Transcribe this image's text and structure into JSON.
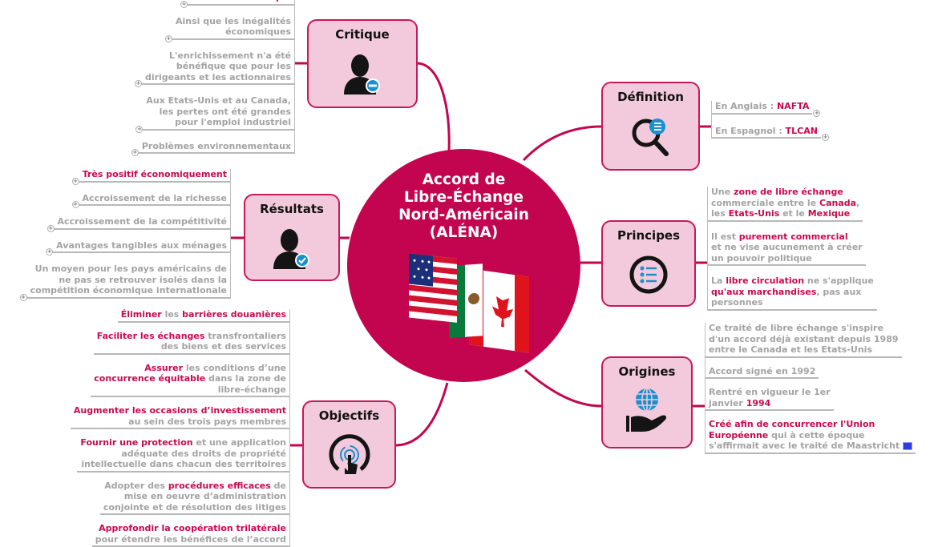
{
  "center": {
    "title_lines": [
      "Accord de",
      "Libre-Échange",
      "Nord-Américain",
      "(ALÉNA)"
    ]
  },
  "colors": {
    "accent": "#c2054e",
    "box_fill": "#f3cadb",
    "box_border": "#c8185a",
    "text_gray": "#a3a3a3",
    "icon_blue": "#1b8fd0"
  },
  "branches": {
    "critique": {
      "title": "Critique",
      "icon": "user-minus-icon",
      "items": [
        {
          "segs": [
            {
              "t": "sociales au Mexique",
              "h": true
            }
          ]
        },
        {
          "segs": [
            {
              "t": "Ainsi que les inégalités\néconomiques"
            }
          ]
        },
        {
          "segs": [
            {
              "t": "L'enrichissement n'a été\nbénéfique que pour les\ndirigeants et les actionnaires"
            }
          ]
        },
        {
          "segs": [
            {
              "t": "Aux Etats-Unis et au Canada,\nles pertes ont été grandes\npour l'emploi industriel"
            }
          ]
        },
        {
          "segs": [
            {
              "t": "Problèmes environnementaux"
            }
          ]
        }
      ]
    },
    "resultats": {
      "title": "Résultats",
      "icon": "user-check-icon",
      "items": [
        {
          "segs": [
            {
              "t": "Très positif économiquement",
              "h": true
            }
          ]
        },
        {
          "segs": [
            {
              "t": "Accroissement de la richesse"
            }
          ]
        },
        {
          "segs": [
            {
              "t": "Accroissement de la compétitivité"
            }
          ]
        },
        {
          "segs": [
            {
              "t": "Avantages tangibles aux ménages"
            }
          ]
        },
        {
          "segs": [
            {
              "t": "Un moyen pour les pays américains de\nne pas se retrouver isolés dans la\ncompétition économique internationale"
            }
          ]
        }
      ]
    },
    "objectifs": {
      "title": "Objectifs",
      "icon": "touch-icon",
      "items": [
        {
          "segs": [
            {
              "t": "Éliminer",
              "h": true
            },
            {
              "t": " les "
            },
            {
              "t": "barrières douanières",
              "h": true
            }
          ]
        },
        {
          "segs": [
            {
              "t": "Faciliter les échanges",
              "h": true
            },
            {
              "t": " transfrontaliers\ndes biens et des services"
            }
          ]
        },
        {
          "segs": [
            {
              "t": "Assurer",
              "h": true
            },
            {
              "t": " les conditions d’une\n"
            },
            {
              "t": "concurrence équitable",
              "h": true
            },
            {
              "t": " dans la zone de\nlibre-échange"
            }
          ]
        },
        {
          "segs": [
            {
              "t": "Augmenter les occasions d’investissement",
              "h": true
            },
            {
              "t": "\nau sein des trois pays membres"
            }
          ]
        },
        {
          "segs": [
            {
              "t": "Fournir une protection",
              "h": true
            },
            {
              "t": " et une application\nadéquate des droits de propriété\nintellectuelle dans chacun des territoires"
            }
          ]
        },
        {
          "segs": [
            {
              "t": "Adopter des "
            },
            {
              "t": "procédures efficaces",
              "h": true
            },
            {
              "t": " de\nmise en oeuvre d’administration\nconjointe et de résolution des litiges"
            }
          ]
        },
        {
          "segs": [
            {
              "t": "Approfondir la coopération trilatérale",
              "h": true
            },
            {
              "t": "\npour étendre les bénéfices de l’accord"
            }
          ]
        }
      ]
    },
    "definition": {
      "title": "Définition",
      "icon": "search-list-icon",
      "items": [
        {
          "segs": [
            {
              "t": "En Anglais : "
            },
            {
              "t": "NAFTA",
              "h": true
            }
          ]
        },
        {
          "segs": [
            {
              "t": "En Espagnol : "
            },
            {
              "t": "TLCAN",
              "h": true
            }
          ]
        }
      ]
    },
    "principes": {
      "title": "Principes",
      "icon": "list-circle-icon",
      "items": [
        {
          "segs": [
            {
              "t": "Une "
            },
            {
              "t": "zone de libre échange",
              "h": true
            },
            {
              "t": "\ncommerciale entre le "
            },
            {
              "t": "Canada",
              "h": true
            },
            {
              "t": ",\nles "
            },
            {
              "t": "Etats-Unis",
              "h": true
            },
            {
              "t": " et le "
            },
            {
              "t": "Mexique",
              "h": true
            }
          ]
        },
        {
          "segs": [
            {
              "t": "Il est "
            },
            {
              "t": "purement commercial",
              "h": true
            },
            {
              "t": "\net ne vise aucunement à créer\nun pouvoir politique"
            }
          ]
        },
        {
          "segs": [
            {
              "t": "La "
            },
            {
              "t": "libre circulation",
              "h": true
            },
            {
              "t": " ne s'applique\n"
            },
            {
              "t": "qu'aux marchandises",
              "h": true
            },
            {
              "t": ", pas aux\npersonnes"
            }
          ]
        }
      ]
    },
    "origines": {
      "title": "Origines",
      "icon": "globe-hand-icon",
      "items": [
        {
          "segs": [
            {
              "t": "Ce traité de libre échange s'inspire\nd'un accord déjà existant depuis 1989\nentre le Canada et les Etats-Unis"
            }
          ]
        },
        {
          "segs": [
            {
              "t": "Accord signé en 1992"
            }
          ]
        },
        {
          "segs": [
            {
              "t": "Rentré en vigueur le 1er\njanvier "
            },
            {
              "t": "1994",
              "h": true
            }
          ]
        },
        {
          "segs": [
            {
              "t": "Créé afin de concurrencer l'Union\nEuropéenne",
              "h": true
            },
            {
              "t": " qui à cette époque\ns'affirmait avec le traité de Maastricht"
            }
          ],
          "flag": "eu-flag-icon"
        }
      ]
    }
  }
}
